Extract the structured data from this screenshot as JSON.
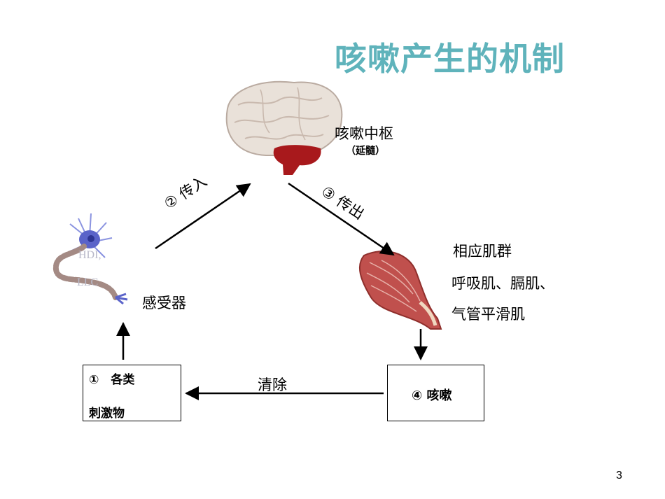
{
  "slide": {
    "title": "咳嗽产生的机制",
    "page_number": "3"
  },
  "nodes": {
    "center": {
      "label": "咳嗽中枢",
      "sub": "（延髓）"
    },
    "receptor": {
      "label": "感受器",
      "watermark_1": "HDI,",
      "watermark_2": "LLC"
    },
    "muscle": {
      "label": "相应肌群",
      "line2": "呼吸肌、膈肌、",
      "line3": "气管平滑肌"
    },
    "stimulus_box": {
      "line1": "①　各类",
      "line2": "刺激物"
    },
    "cough_box": {
      "label": "④ 咳嗽"
    }
  },
  "edges": {
    "afferent": "② 传入",
    "efferent": "③ 传出",
    "clear": "清除"
  },
  "colors": {
    "title": "#5fb3bb",
    "brain": "#e8dfd8",
    "medulla": "#a8191c",
    "neuron": "#5a63c9",
    "axon": "#a48a84",
    "muscle": "#c0504d"
  }
}
